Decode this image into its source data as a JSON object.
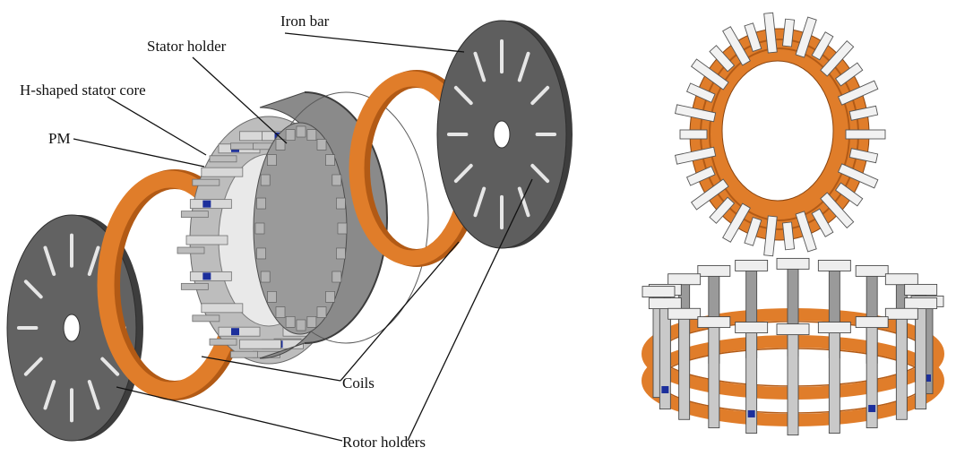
{
  "labels": {
    "stator_holder": "Stator holder",
    "iron_bar": "Iron bar",
    "h_shaped_stator_core": "H-shaped stator core",
    "pm": "PM",
    "coils": "Coils",
    "rotor_holders": "Rotor holders"
  },
  "colors": {
    "rotor_disk": "#5f5f5f",
    "rotor_disk_edge": "#3a3a3a",
    "slot": "#e8e8e8",
    "coil": "#e07d2a",
    "coil_dark": "#b9601b",
    "core_light": "#d6d6d6",
    "core_dark": "#8a8a8a",
    "magnet": "#1c2f9c",
    "holder_face": "#7e7e7e",
    "holder_side": "#a4a4a4",
    "leader": "#111111"
  }
}
